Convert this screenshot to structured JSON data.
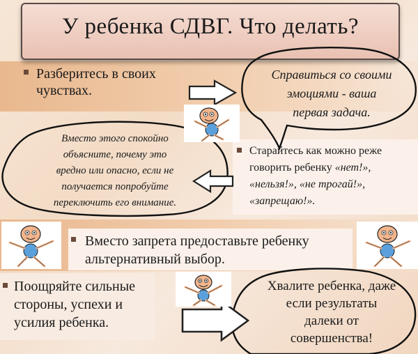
{
  "title": "У ребенка СДВГ. Что делать?",
  "left_tip_1": {
    "line1": "Разберитесь в своих",
    "line2": "чувствах."
  },
  "bubble_1": {
    "line1": "Справиться со своими",
    "line2": "эмоциями - ваша",
    "line3": "первая задача."
  },
  "bubble_2": {
    "line1": "Вместо этого спокойно",
    "line2": "объясните, почему это",
    "line3": "вредно или опасно, если не",
    "line4": "получается попробуйте",
    "line5": "переключить его внимание."
  },
  "right_tip_1": {
    "line1": "Старайтесь как можно реже",
    "line2_plain": "говорить ребенку ",
    "line2_italic": "«нет!»,",
    "line3": "«нельзя!», «не трогай!»,",
    "line4": "«запрещаю!»."
  },
  "center_tip": {
    "line1": "Вместо запрета предоставьте ребенку",
    "line2": "альтернативный выбор."
  },
  "left_tip_2": {
    "line1": "Поощряйте сильные",
    "line2": "стороны, успехи и",
    "line3": "усилия ребенка."
  },
  "bubble_3": {
    "line1": "Хвалите ребенка, даже",
    "line2": "если результаты",
    "line3": "далеки от",
    "line4": "совершенства!"
  },
  "colors": {
    "accent_band": "#e9b88e",
    "bullet": "#6b4a3a",
    "kid_body": "#5aa0dc",
    "kid_skin": "#f2b58c"
  },
  "icons": [
    "bullet-square-icon",
    "right-arrow-icon",
    "left-arrow-icon",
    "cartoon-kid-icon",
    "speech-bubble-icon"
  ]
}
